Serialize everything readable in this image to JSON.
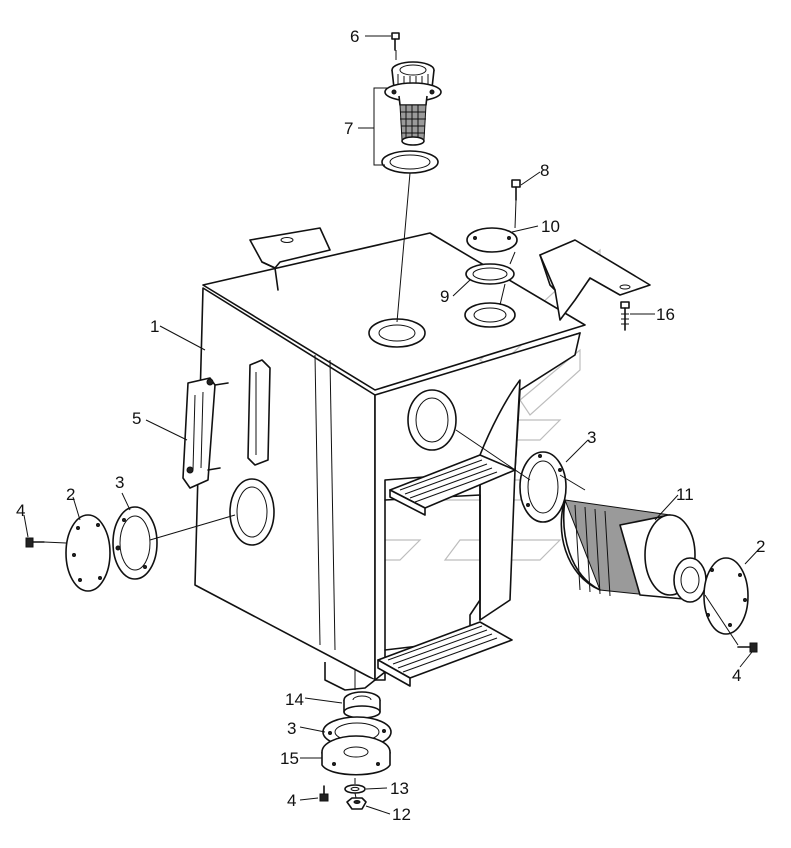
{
  "diagram": {
    "labels": [
      {
        "id": "label-1",
        "text": "1"
      },
      {
        "id": "label-2a",
        "text": "2"
      },
      {
        "id": "label-2b",
        "text": "2"
      },
      {
        "id": "label-3a",
        "text": "3"
      },
      {
        "id": "label-3b",
        "text": "3"
      },
      {
        "id": "label-3c",
        "text": "3"
      },
      {
        "id": "label-4a",
        "text": "4"
      },
      {
        "id": "label-4b",
        "text": "4"
      },
      {
        "id": "label-4c",
        "text": "4"
      },
      {
        "id": "label-5",
        "text": "5"
      },
      {
        "id": "label-6",
        "text": "6"
      },
      {
        "id": "label-7",
        "text": "7"
      },
      {
        "id": "label-8",
        "text": "8"
      },
      {
        "id": "label-9",
        "text": "9"
      },
      {
        "id": "label-10",
        "text": "10"
      },
      {
        "id": "label-11",
        "text": "11"
      },
      {
        "id": "label-12",
        "text": "12"
      },
      {
        "id": "label-13",
        "text": "13"
      },
      {
        "id": "label-14",
        "text": "14"
      },
      {
        "id": "label-15",
        "text": "15"
      },
      {
        "id": "label-16",
        "text": "16"
      }
    ]
  }
}
